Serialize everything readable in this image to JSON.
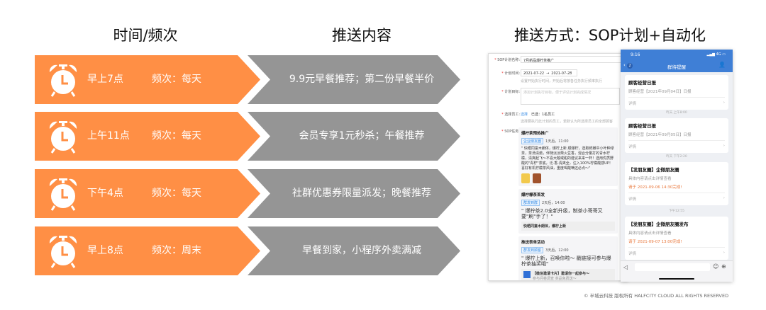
{
  "headers": {
    "time": "时间/频次",
    "content": "推送内容",
    "method": "推送方式：SOP计划+自动化"
  },
  "colors": {
    "orange": "#ff8f45",
    "gray": "#959595",
    "blue": "#3f7fd6"
  },
  "rows": [
    {
      "time": "早上7点",
      "freq": "频次：每天",
      "content": "9.9元早餐推荐；第二份早餐半价"
    },
    {
      "time": "上午11点",
      "freq": "频次：每天",
      "content": "会员专享1元秒杀；午餐推荐"
    },
    {
      "time": "下午4点",
      "freq": "频次：每天",
      "content": "社群优惠券限量派发；晚餐推荐"
    },
    {
      "time": "早上8点",
      "freq": "频次：周末",
      "content": "早餐到家，小程序外卖满减"
    }
  ],
  "sop": {
    "name_label": "SOP计划名称:",
    "name_value": "7月新品爆柠茶推广",
    "time_label": "计划时间:",
    "date_start": "2021-07-22",
    "date_sep": "→",
    "date_end": "2021-07-28",
    "time_hint": "设置开始执行时间，开始后将按各任务执行频率执行",
    "goal_label": "计划目标:",
    "goal_placeholder": "添加计划执行目标，便于评估计划完成情况",
    "staff_label": "选择员工:",
    "staff_select": "选择",
    "staff_selected": "已选：1名员工",
    "staff_hint": "选择要执行此计划的员工，若默认为所选择员工的全部顾客",
    "task_label": "SOP任务:",
    "tasks": [
      {
        "title": "爆柠茶预热推广",
        "tag": "企业朋友圈",
        "when": "1天后，11:00",
        "text": "\" 快晒同童木朗体，爆柠上新 顺爆柠，选取鲜嫩中小叶种绿茶，茶汤清澈，伴随淡淡栗火豆香，混合分量打的青水柠檬，清爽起飞～不喜大酸或甜的建议来来一杯！选用优质野酸的\"青柠\"茶底，泛·香·清爽全，注入100%柠檬酸感UP！喜好有机柠檬茶风油，重度喝酸嘀还必点～\""
      },
      {
        "title": "爆柠檬茶首发",
        "tag": "群发到群",
        "when": "2天后，14:00",
        "text": "\" 爆柠茶2.0全新升级，制茶小哥哥又要\"刷\"手了！\"",
        "link": "快晒同童木朗体，爆柠上新"
      },
      {
        "title": "推送表单活动",
        "tag": "群发到顾客",
        "when": "3天后，12:00",
        "text": "\" 爆柠上新，召唤你啦～ 戳链接可参与爆柠茶抽奖哦\"",
        "link": "【微信邀请卡片】邀请你一起参与～",
        "link_sub": "参与问卷调查 奖品免费送～"
      }
    ]
  },
  "phone": {
    "status_time": "9:16",
    "signal": "4G",
    "back_count": "2",
    "title": "群待提醒",
    "messages": [
      {
        "title": "顾客经营日报",
        "sub": "顾客经营【2021年09月04日】日报",
        "detail": "详情"
      },
      {
        "stamp": "昨天 上午8:00",
        "title": "顾客经营日报",
        "sub": "顾客经营【2021年09月05日】日报",
        "detail": "详情"
      },
      {
        "stamp": "昨天 下午2:20",
        "title": "【发朋友圈】企微朋友圈",
        "sub": "具体内容请点击详情查看",
        "due": "请于 2021-09-06 14:30完成!",
        "detail": "详情"
      },
      {
        "stamp": "下午12:55",
        "title": "【发朋友圈】企微朋友圈发布",
        "sub": "具体内容请点击详情查看",
        "due": "请于 2021-09-07 13:00完成!",
        "detail": "详情"
      }
    ]
  },
  "footer": "© 半城云科技 版权所有  HALFCITY CLOUD ALL RIGHTS RESERVED"
}
